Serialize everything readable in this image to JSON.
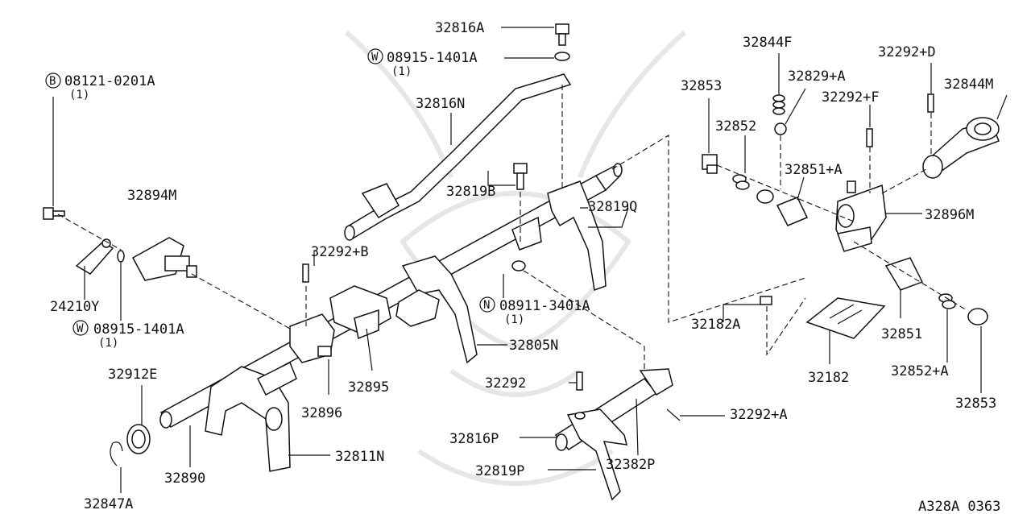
{
  "labels": {
    "l_32816A": "32816A",
    "l_08915_top": "08915-1401A",
    "l_q_08915_top": "(1)",
    "l_08121": "08121-0201A",
    "l_q_08121": "(1)",
    "l_32816N": "32816N",
    "l_32844F": "32844F",
    "l_32829A": "32829+A",
    "l_32292D": "32292+D",
    "l_32853_top": "32853",
    "l_32844M": "32844M",
    "l_32292F": "32292+F",
    "l_32852": "32852",
    "l_32851A": "32851+A",
    "l_32894M": "32894M",
    "l_32819B": "32819B",
    "l_32819Q": "32819Q",
    "l_32896M": "32896M",
    "l_32292B": "32292+B",
    "l_24210Y": "24210Y",
    "l_08911": "08911-3401A",
    "l_q_08911": "(1)",
    "l_32182A": "32182A",
    "l_32851": "32851",
    "l_08915_left": "08915-1401A",
    "l_q_08915_left": "(1)",
    "l_32805N": "32805N",
    "l_32912E": "32912E",
    "l_32895": "32895",
    "l_32182": "32182",
    "l_32852A": "32852+A",
    "l_32292": "32292",
    "l_32853_bot": "32853",
    "l_32896": "32896",
    "l_32292A": "32292+A",
    "l_32816P": "32816P",
    "l_32811N": "32811N",
    "l_32382P": "32382P",
    "l_32890": "32890",
    "l_32819P": "32819P",
    "l_32847A": "32847A",
    "l_code": "A328A 0363"
  },
  "symbols": {
    "w_top": "W",
    "b_left": "B",
    "n_mid": "N",
    "w_left": "W"
  }
}
